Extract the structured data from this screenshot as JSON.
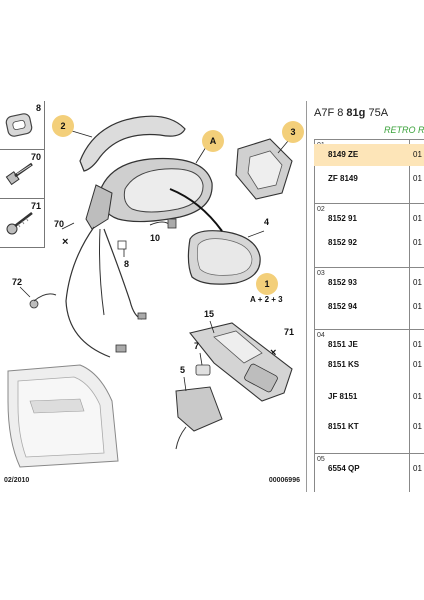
{
  "header": {
    "prefix": "A7F 8",
    "model": "81g",
    "suffix": "75A",
    "section": "RETRO R"
  },
  "left_parts": [
    {
      "num": "8",
      "icon": "clip-icon"
    },
    {
      "num": "70",
      "icon": "bolt-icon"
    },
    {
      "num": "71",
      "icon": "screw-icon"
    }
  ],
  "callouts": {
    "c2": "2",
    "cA": "A",
    "c3": "3",
    "c4": "4",
    "c1": "1",
    "c70": "70",
    "c10": "10",
    "c8": "8",
    "c72": "72",
    "c15": "15",
    "c71": "71",
    "c7": "7",
    "c5": "5"
  },
  "formula": "A + 2 + 3",
  "footer": {
    "date": "02/2010",
    "doc": "00006996"
  },
  "table": {
    "groups": [
      {
        "num": "01",
        "rows": [
          {
            "ref": "8149 ZE",
            "qty": "01",
            "highlight": true
          },
          {
            "ref": "ZF 8149",
            "qty": "01"
          }
        ]
      },
      {
        "num": "02",
        "rows": [
          {
            "ref": "8152 91",
            "qty": "01"
          },
          {
            "ref": "8152 92",
            "qty": "01"
          }
        ]
      },
      {
        "num": "03",
        "rows": [
          {
            "ref": "8152 93",
            "qty": "01"
          },
          {
            "ref": "8152 94",
            "qty": "01"
          }
        ]
      },
      {
        "num": "04",
        "rows": [
          {
            "ref": "8151 JE",
            "qty": "01"
          },
          {
            "ref": "8151 KS",
            "qty": "01"
          },
          {
            "ref": "JF 8151",
            "qty": "01"
          },
          {
            "ref": "8151 KT",
            "qty": "01"
          }
        ]
      },
      {
        "num": "05",
        "rows": [
          {
            "ref": "6554 QP",
            "qty": "01"
          }
        ]
      }
    ]
  },
  "colors": {
    "bubble": "#f3cf7a",
    "highlight": "#fde5b8",
    "section": "#3aa23a"
  }
}
